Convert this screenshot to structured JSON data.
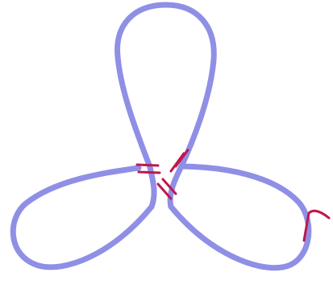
{
  "diagram": {
    "kind": "trefoil-knot-diagram",
    "background_color": "#ffffff",
    "knot_color": "#8f8fe6",
    "highlight_color": "#c0174e",
    "lobes": [
      "top-lobe",
      "left-lobe",
      "right-lobe"
    ],
    "highlighted_marks": [
      "crossing-accent-upper",
      "crossing-accent-lower",
      "crossing-accent-left",
      "end-hook-right"
    ]
  }
}
